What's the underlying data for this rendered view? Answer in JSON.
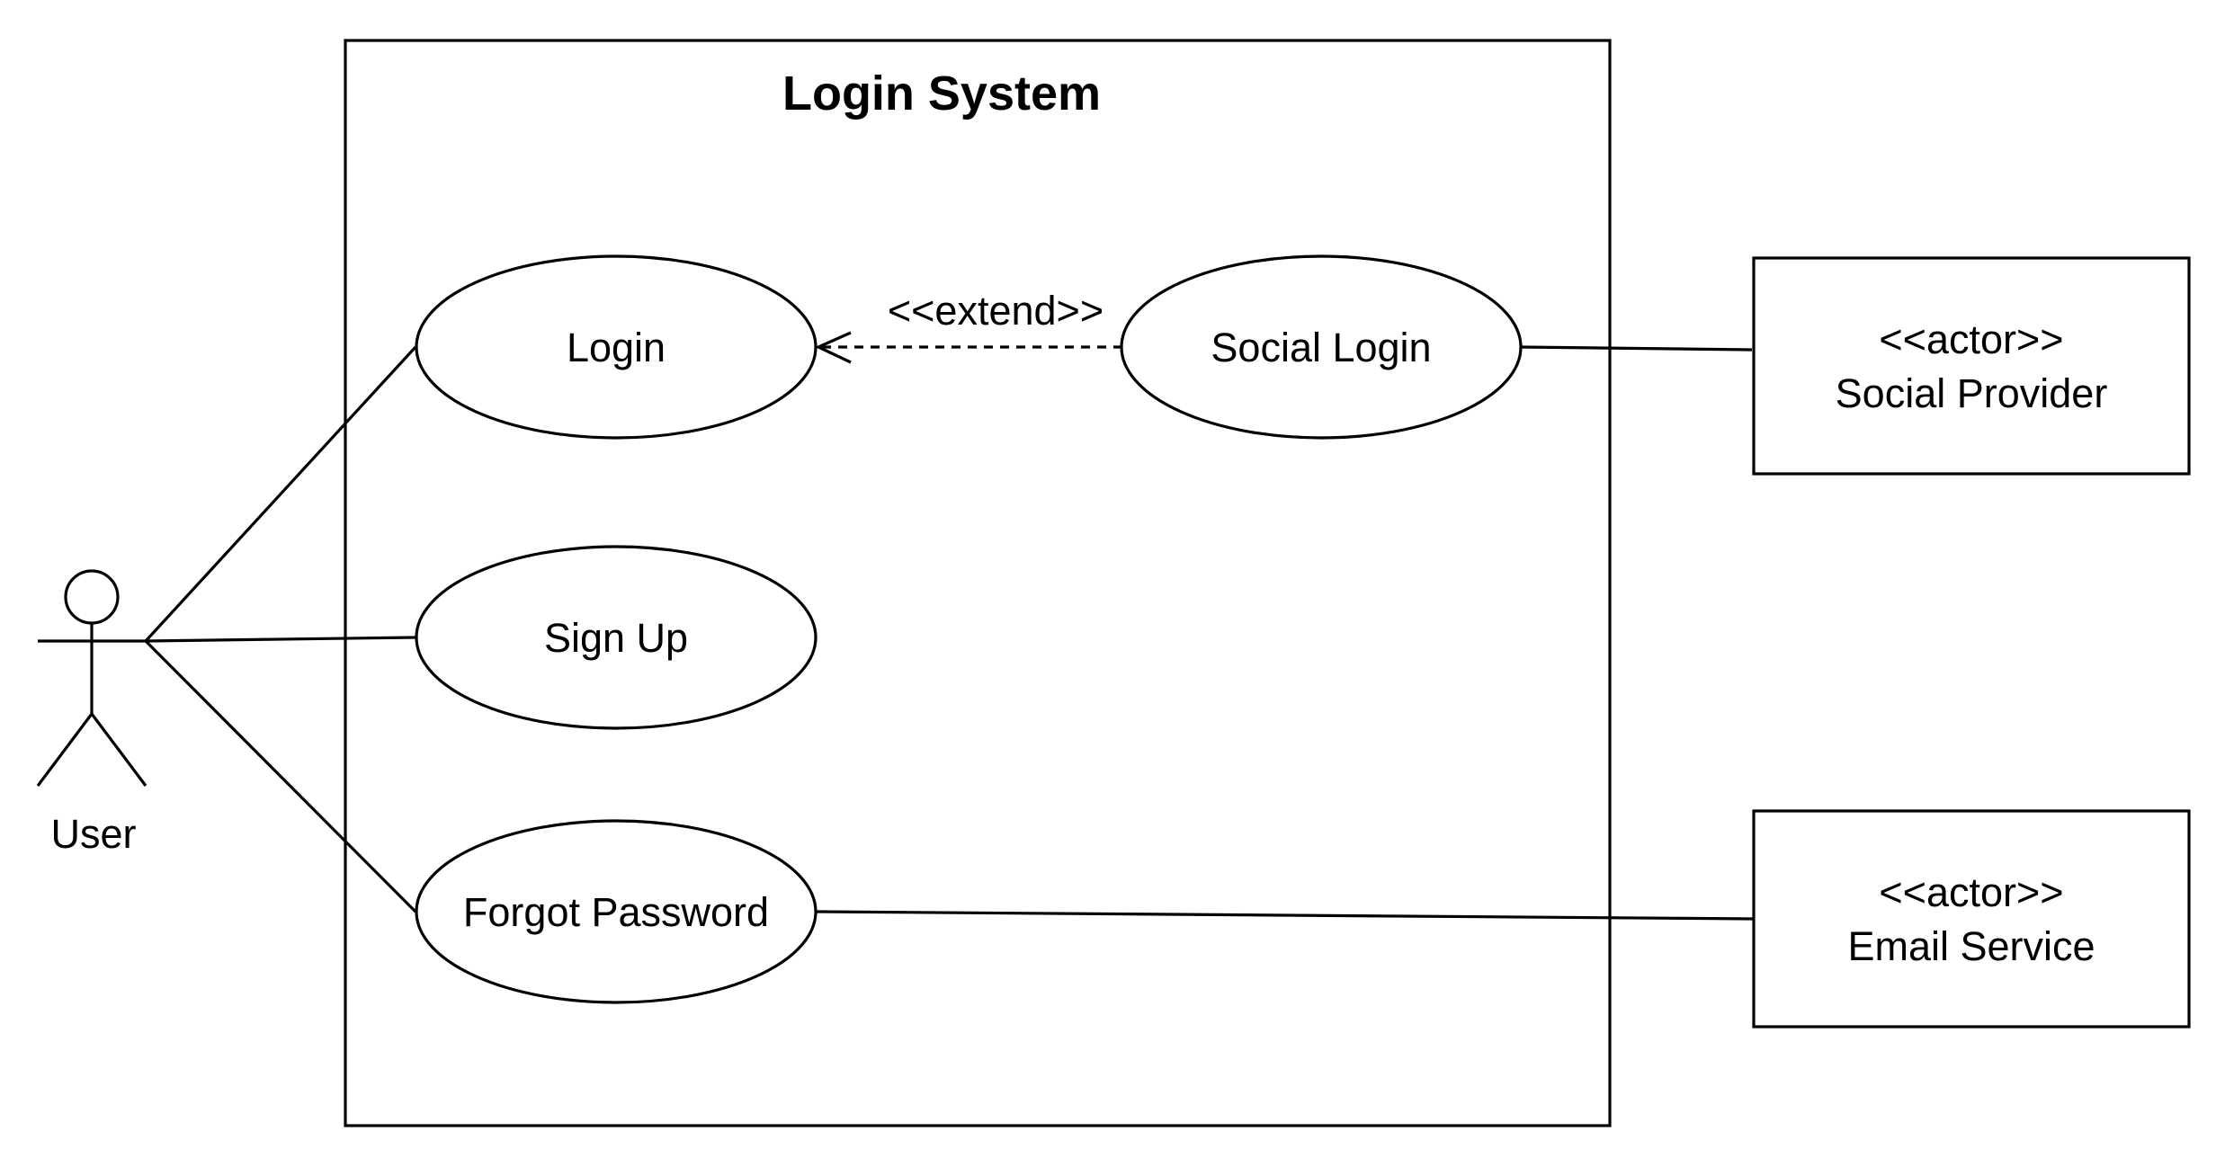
{
  "diagram": {
    "type": "uml-use-case",
    "system": {
      "title": "Login System"
    },
    "actors": {
      "user": {
        "label": "User"
      },
      "social_provider": {
        "stereotype": "<<actor>>",
        "label": "Social Provider"
      },
      "email_service": {
        "stereotype": "<<actor>>",
        "label": "Email Service"
      }
    },
    "use_cases": {
      "login": {
        "label": "Login"
      },
      "sign_up": {
        "label": "Sign Up"
      },
      "forgot_password": {
        "label": "Forgot Password"
      },
      "social_login": {
        "label": "Social Login"
      }
    },
    "relations": [
      {
        "from": "User",
        "to": "Login",
        "kind": "association"
      },
      {
        "from": "User",
        "to": "Sign Up",
        "kind": "association"
      },
      {
        "from": "User",
        "to": "Forgot Password",
        "kind": "association"
      },
      {
        "from": "Social Login",
        "to": "Login",
        "kind": "extend",
        "label": "<<extend>>"
      },
      {
        "from": "Social Login",
        "to": "Social Provider",
        "kind": "association"
      },
      {
        "from": "Forgot Password",
        "to": "Email Service",
        "kind": "association"
      }
    ],
    "extend_label": "<<extend>>"
  }
}
